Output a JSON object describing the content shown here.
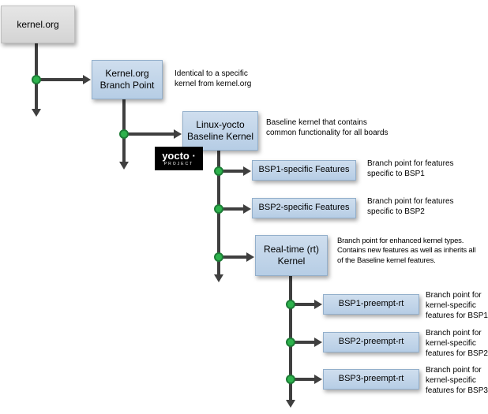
{
  "diagram": {
    "nodes": {
      "kernel_org": {
        "label": "kernel.org"
      },
      "branch_point": {
        "label": "Kernel.org\nBranch Point"
      },
      "baseline": {
        "label": "Linux-yocto\nBaseline Kernel"
      },
      "bsp1_features": {
        "label": "BSP1-specific Features"
      },
      "bsp2_features": {
        "label": "BSP2-specific Features"
      },
      "rt_kernel": {
        "label": "Real-time (rt)\nKernel"
      },
      "bsp1_preempt": {
        "label": "BSP1-preempt-rt"
      },
      "bsp2_preempt": {
        "label": "BSP2-preempt-rt"
      },
      "bsp3_preempt": {
        "label": "BSP3-preempt-rt"
      }
    },
    "annotations": {
      "branch_point": "Identical to a specific\nkernel from kernel.org",
      "baseline": "Baseline kernel that contains\ncommon functionality for all boards",
      "bsp1_features": "Branch point for features\nspecific to BSP1",
      "bsp2_features": "Branch point for features\nspecific to BSP2",
      "rt_kernel": "Branch point for enhanced kernel types.\nContains new features as well as inherits all\nof the Baseline kernel features.",
      "bsp1_preempt": "Branch point for\nkernel-specific\nfeatures for BSP1",
      "bsp2_preempt": "Branch point for\nkernel-specific\nfeatures for BSP2",
      "bsp3_preempt": "Branch point for\nkernel-specific\nfeatures for BSP3"
    },
    "logo": {
      "name": "yocto ·",
      "subtitle": "PROJECT"
    },
    "colors": {
      "node_fill": "#b6cde5",
      "node_fill_top": "#cfdeee",
      "node_border": "#93afcb",
      "gray_fill": "#d4d4d4",
      "gray_fill_top": "#e6e6e6",
      "gray_border": "#bfbfbf",
      "line": "#3f3f3f",
      "dot_fill": "#2db24c",
      "dot_border": "#1d7c36"
    }
  }
}
